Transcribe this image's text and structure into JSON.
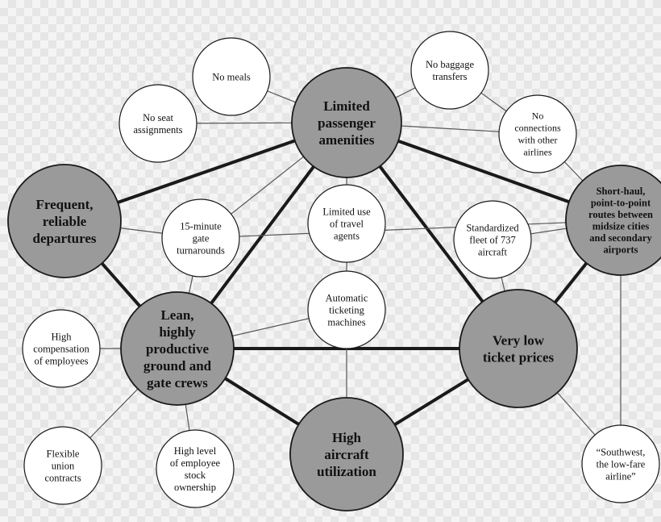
{
  "colors": {
    "major_fill": "#9a9a9a",
    "minor_fill": "#ffffff",
    "stroke": "#1a1a1a",
    "thin_line": "#555555"
  },
  "nodes": {
    "limited_passenger_amenities": {
      "kind": "major",
      "lines": [
        "Limited",
        "passenger",
        "amenities"
      ]
    },
    "frequent_reliable_departures": {
      "kind": "major",
      "lines": [
        "Frequent,",
        "reliable",
        "departures"
      ]
    },
    "short_haul_routes": {
      "kind": "major",
      "lines": [
        "Short-haul,",
        "point-to-point",
        "routes between",
        "midsize cities",
        "and secondary",
        "airports"
      ]
    },
    "lean_crews": {
      "kind": "major",
      "lines": [
        "Lean,",
        "highly",
        "productive",
        "ground and",
        "gate crews"
      ]
    },
    "very_low_ticket_prices": {
      "kind": "major",
      "lines": [
        "Very low",
        "ticket prices"
      ]
    },
    "high_aircraft_utilization": {
      "kind": "major",
      "lines": [
        "High",
        "aircraft",
        "utilization"
      ]
    },
    "no_meals": {
      "kind": "minor",
      "lines": [
        "No meals"
      ]
    },
    "no_seat_assignments": {
      "kind": "minor",
      "lines": [
        "No seat",
        "assignments"
      ]
    },
    "no_baggage_transfers": {
      "kind": "minor",
      "lines": [
        "No baggage",
        "transfers"
      ]
    },
    "no_connections": {
      "kind": "minor",
      "lines": [
        "No",
        "connections",
        "with other",
        "airlines"
      ]
    },
    "gate_turnarounds": {
      "kind": "minor",
      "lines": [
        "15-minute",
        "gate",
        "turnarounds"
      ]
    },
    "limited_travel_agents": {
      "kind": "minor",
      "lines": [
        "Limited use",
        "of travel",
        "agents"
      ]
    },
    "standardized_fleet": {
      "kind": "minor",
      "lines": [
        "Standardized",
        "fleet of 737",
        "aircraft"
      ]
    },
    "automatic_ticketing": {
      "kind": "minor",
      "lines": [
        "Automatic",
        "ticketing",
        "machines"
      ]
    },
    "high_compensation": {
      "kind": "minor",
      "lines": [
        "High",
        "compensation",
        "of employees"
      ]
    },
    "flexible_union_contracts": {
      "kind": "minor",
      "lines": [
        "Flexible",
        "union",
        "contracts"
      ]
    },
    "employee_stock_ownership": {
      "kind": "minor",
      "lines": [
        "High level",
        "of employee",
        "stock",
        "ownership"
      ]
    },
    "southwest_slogan": {
      "kind": "minor",
      "lines": [
        "“Southwest,",
        "the low-fare",
        "airline”"
      ]
    }
  },
  "links": [
    {
      "from": "limited_passenger_amenities",
      "to": "frequent_reliable_departures",
      "weight": "thick"
    },
    {
      "from": "limited_passenger_amenities",
      "to": "short_haul_routes",
      "weight": "thick"
    },
    {
      "from": "limited_passenger_amenities",
      "to": "lean_crews",
      "weight": "thick"
    },
    {
      "from": "limited_passenger_amenities",
      "to": "very_low_ticket_prices",
      "weight": "thick"
    },
    {
      "from": "frequent_reliable_departures",
      "to": "lean_crews",
      "weight": "thick"
    },
    {
      "from": "lean_crews",
      "to": "very_low_ticket_prices",
      "weight": "thick"
    },
    {
      "from": "lean_crews",
      "to": "high_aircraft_utilization",
      "weight": "thick"
    },
    {
      "from": "very_low_ticket_prices",
      "to": "high_aircraft_utilization",
      "weight": "thick"
    },
    {
      "from": "short_haul_routes",
      "to": "very_low_ticket_prices",
      "weight": "thick"
    },
    {
      "from": "limited_passenger_amenities",
      "to": "no_meals",
      "weight": "thin"
    },
    {
      "from": "limited_passenger_amenities",
      "to": "no_seat_assignments",
      "weight": "thin"
    },
    {
      "from": "limited_passenger_amenities",
      "to": "no_baggage_transfers",
      "weight": "thin"
    },
    {
      "from": "limited_passenger_amenities",
      "to": "no_connections",
      "weight": "thin"
    },
    {
      "from": "limited_passenger_amenities",
      "to": "limited_travel_agents",
      "weight": "thin"
    },
    {
      "from": "limited_passenger_amenities",
      "to": "gate_turnarounds",
      "weight": "thin"
    },
    {
      "from": "no_baggage_transfers",
      "to": "no_connections",
      "weight": "thin"
    },
    {
      "from": "no_connections",
      "to": "short_haul_routes",
      "weight": "thin"
    },
    {
      "from": "frequent_reliable_departures",
      "to": "gate_turnarounds",
      "weight": "thin"
    },
    {
      "from": "gate_turnarounds",
      "to": "lean_crews",
      "weight": "thin"
    },
    {
      "from": "gate_turnarounds",
      "to": "short_haul_routes",
      "weight": "thin"
    },
    {
      "from": "standardized_fleet",
      "to": "short_haul_routes",
      "weight": "thin"
    },
    {
      "from": "standardized_fleet",
      "to": "very_low_ticket_prices",
      "weight": "thin"
    },
    {
      "from": "limited_travel_agents",
      "to": "automatic_ticketing",
      "weight": "thin"
    },
    {
      "from": "automatic_ticketing",
      "to": "lean_crews",
      "weight": "thin"
    },
    {
      "from": "automatic_ticketing",
      "to": "high_aircraft_utilization",
      "weight": "thin"
    },
    {
      "from": "lean_crews",
      "to": "high_compensation",
      "weight": "thin"
    },
    {
      "from": "lean_crews",
      "to": "flexible_union_contracts",
      "weight": "thin"
    },
    {
      "from": "lean_crews",
      "to": "employee_stock_ownership",
      "weight": "thin"
    },
    {
      "from": "very_low_ticket_prices",
      "to": "southwest_slogan",
      "weight": "thin"
    },
    {
      "from": "short_haul_routes",
      "to": "southwest_slogan",
      "weight": "thin"
    }
  ]
}
